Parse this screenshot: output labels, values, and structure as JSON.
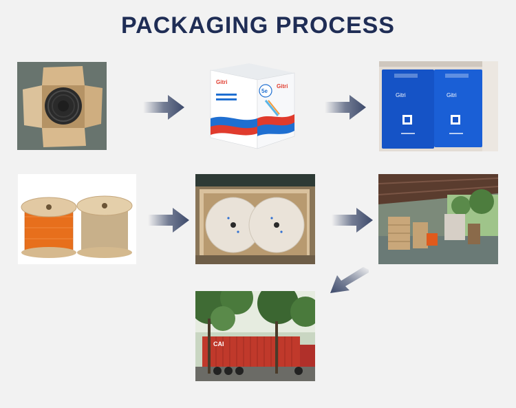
{
  "title": "PACKAGING PROCESS",
  "colors": {
    "title": "#1f2d55",
    "arrow": "#3d4a6b",
    "background": "#f2f2f2",
    "brand_blue": "#1553c6"
  },
  "photos": [
    {
      "name": "coiled-cable-in-box-photo"
    },
    {
      "name": "cable-retail-box-photo",
      "brand": "Gitri",
      "badge": "5e"
    },
    {
      "name": "blue-shipping-bags-photo",
      "brand": "Gitri"
    },
    {
      "name": "cable-reels-photo"
    },
    {
      "name": "reels-in-carton-photo"
    },
    {
      "name": "warehouse-loading-photo"
    },
    {
      "name": "shipping-container-truck-photo",
      "container_mark": "CAI"
    }
  ]
}
